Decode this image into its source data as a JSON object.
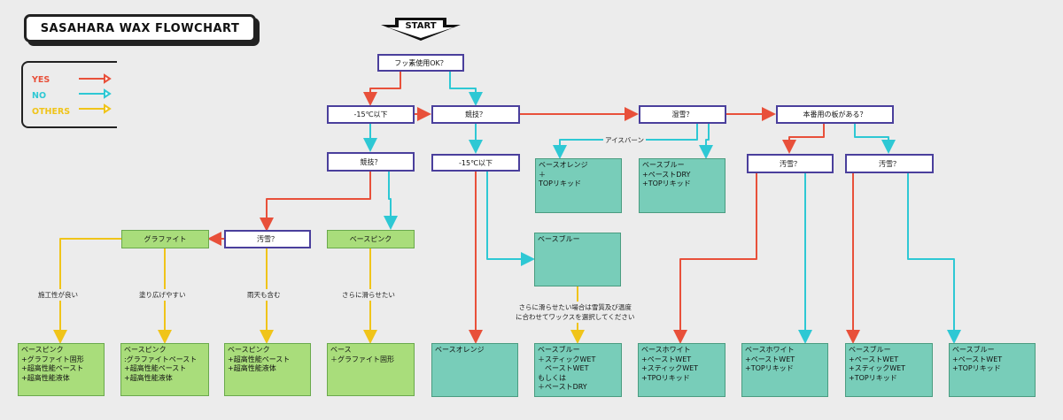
{
  "title": "SASAHARA WAX FLOWCHART",
  "start_label": "START",
  "legend": {
    "yes": {
      "label": "YES",
      "color": "#e8503a"
    },
    "no": {
      "label": "NO",
      "color": "#2ec8d4"
    },
    "others": {
      "label": "OTHERS",
      "color": "#f0c419"
    }
  },
  "nodes": {
    "fluorine": "フッ素使用OK？",
    "temp_left": "-15℃以下",
    "race_mid": "競技？",
    "snow_mid": "湿雪？",
    "main_board": "本番用の板がある？",
    "race_left": "競技？",
    "temp_mid": "-15℃以下",
    "dirty_a": "汚雪？",
    "dirty_b": "汚雪？",
    "graphite": "グラファイト",
    "dirty_left": "汚雪？",
    "base_pink": "ベースピンク"
  },
  "edge_labels": {
    "ice_burn": "アイスバーン",
    "workability": "施工性が良い",
    "easy_spread": "塗り広げやすい",
    "rain": "雨天も含む",
    "slide_more": "さらに滑らせたい",
    "conditions": "さらに滑らせたい場合は雪質及び温度\nに合わせてワックスを選択してください"
  },
  "results": {
    "orange_top": "ベースオレンジ\n＋\nTOPリキッド",
    "blue_dry": "ベースブルー\n+ペーストDRY\n+TOPリキッド",
    "blue_mid": "ベースブルー",
    "pink_graphite": "ベースピンク\n+グラファイト固形\n+超高性能ペースト\n+超高性能液体",
    "pink_graphite_paste": "ベースピンク\n:グラファイトペースト\n+超高性能ペースト\n+超高性能液体",
    "pink_ultra": "ベースピンク\n+超高性能ペースト\n+超高性能液体",
    "base_graphite": "ベース\n＋グラファイト固形",
    "orange_bottom": "ベースオレンジ",
    "blue_wet": "ベースブルー\n＋スティックWET\n　ペーストWET\nもしくは\n＋ペーストDRY",
    "white_full": "ベースホワイト\n+ペーストWET\n+スティックWET\n+TPOリキッド",
    "white_simple": "ベースホワイト\n+ペーストWET\n+TOPリキッド",
    "blue_full": "ベースブルー\n+ペーストWET\n+スティックWET\n+TOPリキッド",
    "blue_simple": "ベースブルー\n+ペーストWET\n+TOPリキッド"
  }
}
